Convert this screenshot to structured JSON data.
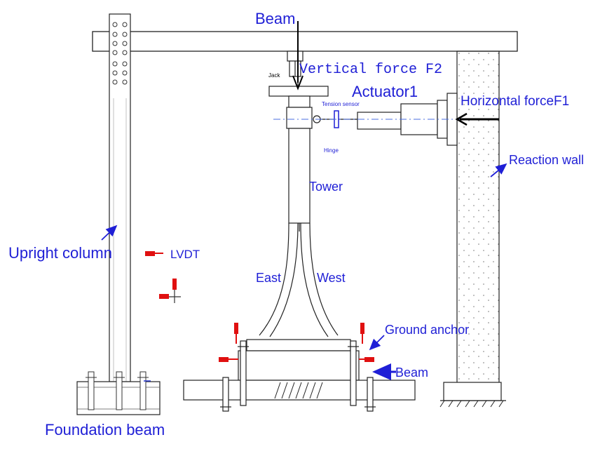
{
  "labels": {
    "beam_top": "Beam",
    "vertical_force": "Vertical force F2",
    "jack": "Jack",
    "actuator": "Actuator1",
    "tension_sensor": "Tension sensor",
    "horizontal_force": "Horizontal forceF1",
    "hinge": "Hinge",
    "reaction_wall": "Reaction wall",
    "tower": "Tower",
    "upright_column": "Upright column",
    "lvdt": "LVDT",
    "east": "East",
    "west": "West",
    "ground_anchor": "Ground anchor",
    "beam_bottom": "Beam",
    "foundation_beam": "Foundation beam"
  },
  "colors": {
    "label_blue": "#1f1fd6",
    "sensor_red": "#e01010",
    "line": "#222222"
  }
}
